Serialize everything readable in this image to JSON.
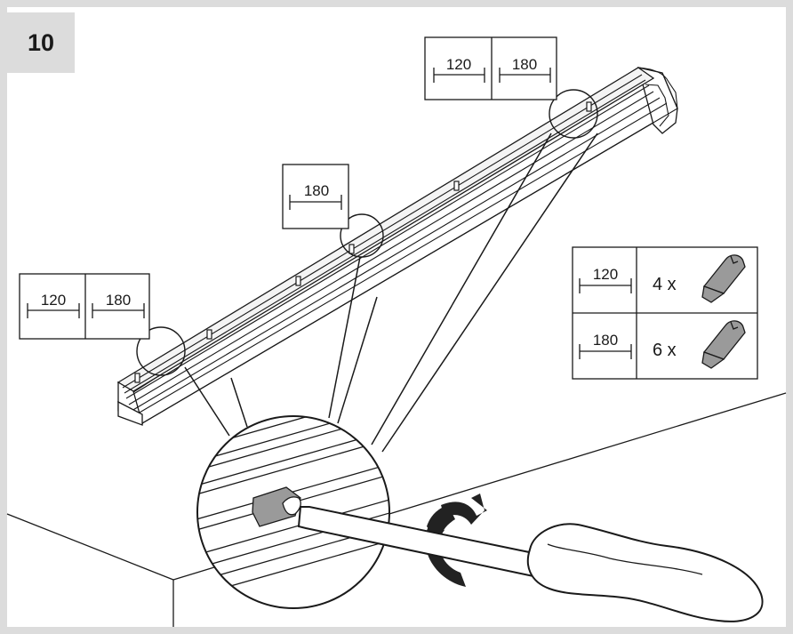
{
  "step": {
    "number": "10"
  },
  "callouts": {
    "right": {
      "left": "120",
      "right": "180"
    },
    "middle": {
      "value": "180"
    },
    "left": {
      "left": "120",
      "right": "180"
    }
  },
  "legend": {
    "rows": [
      {
        "length": "120",
        "quantity": "4 x"
      },
      {
        "length": "180",
        "quantity": "6 x"
      }
    ]
  },
  "colors": {
    "frame": "#dcdcdc",
    "line": "#1a1a1a",
    "fill_gray": "#9a9a9a",
    "arrow": "#222222"
  }
}
